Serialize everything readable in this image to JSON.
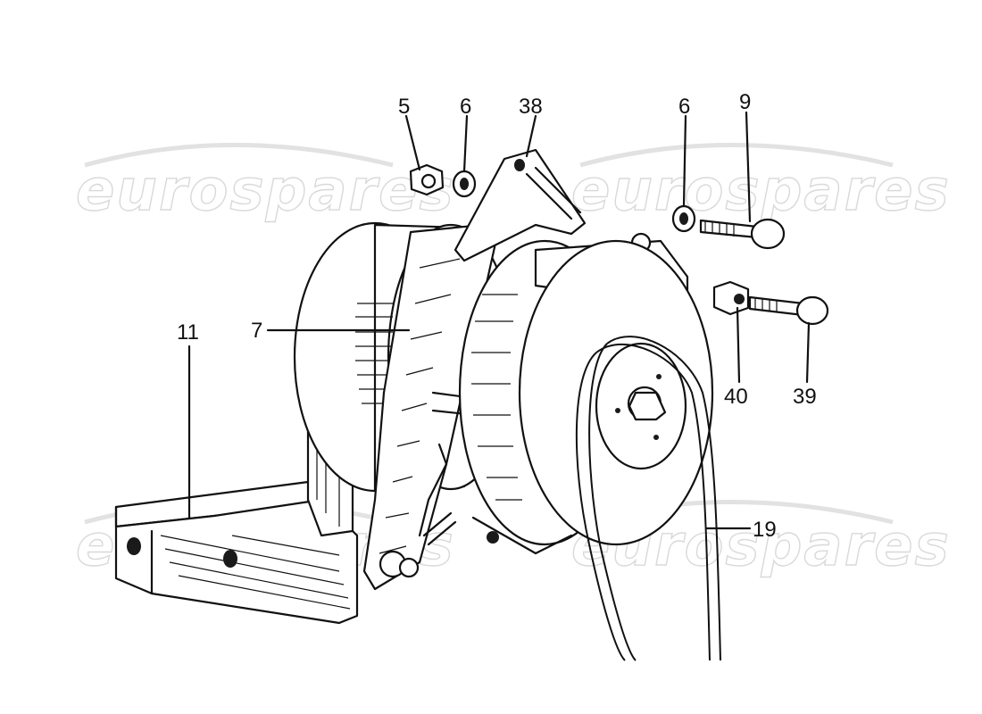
{
  "watermark": {
    "text": "eurospares"
  },
  "callouts": [
    {
      "id": "5",
      "label": "5"
    },
    {
      "id": "6a",
      "label": "6"
    },
    {
      "id": "38",
      "label": "38"
    },
    {
      "id": "6b",
      "label": "6"
    },
    {
      "id": "9",
      "label": "9"
    },
    {
      "id": "11",
      "label": "11"
    },
    {
      "id": "7",
      "label": "7"
    },
    {
      "id": "40",
      "label": "40"
    },
    {
      "id": "39",
      "label": "39"
    },
    {
      "id": "19",
      "label": "19"
    }
  ],
  "colors": {
    "ink": "#111111",
    "background": "#ffffff",
    "watermark": "#d9d9d9"
  }
}
